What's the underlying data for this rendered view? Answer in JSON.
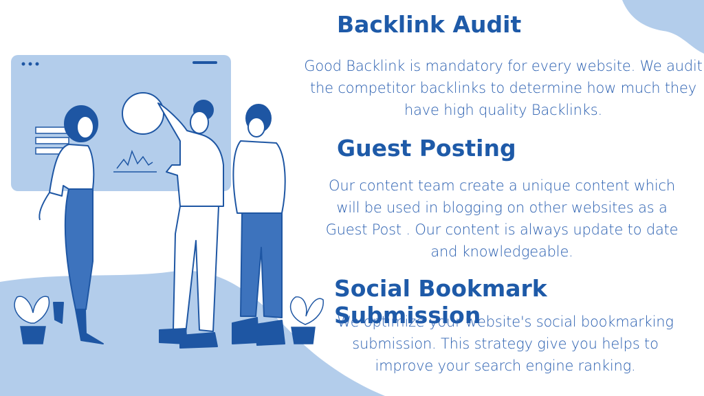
{
  "sections": [
    {
      "heading": "Backlink Audit",
      "body": "Good Backlink is mandatory for every website. We audit the competitor backlinks to determine how much they have high quality Backlinks."
    },
    {
      "heading": "Guest Posting",
      "body": "Our content team create a unique content which will be used in blogging on other websites as a Guest Post . Our content is always update to date and knowledgeable."
    },
    {
      "heading": "Social Bookmark Submission",
      "body": "We optimize your website's social bookmarking submission. This strategy give you helps to improve your search engine ranking."
    }
  ],
  "colors": {
    "heading": "#1e5aa8",
    "body": "#2a5fb0",
    "light_blue": "#b3cdeb",
    "mid_blue": "#3d73bd",
    "dark_blue": "#1e56a3"
  },
  "illustration": {
    "icons": [
      "browser-window",
      "pie-chart-circle",
      "line-chart",
      "woman-figure",
      "man-pointing-figure",
      "man-thinking-figure",
      "potted-plant-left",
      "potted-plant-right"
    ]
  }
}
